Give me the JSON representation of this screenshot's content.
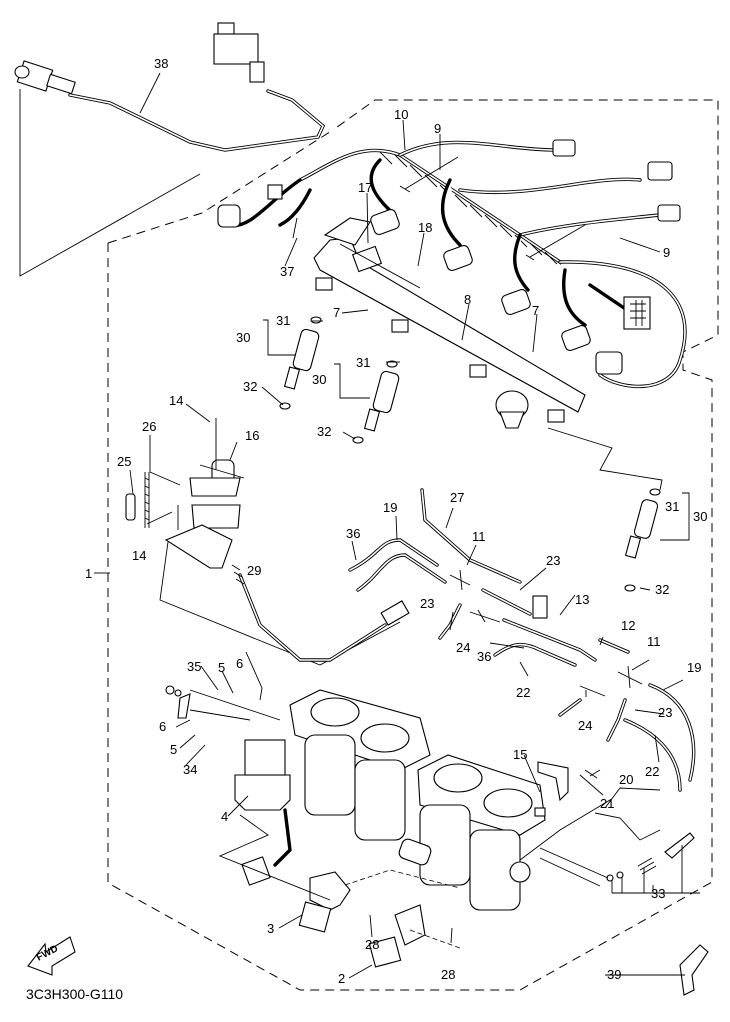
{
  "diagram": {
    "title_code": "3C3H300-G110",
    "direction_indicator": "FWD",
    "callouts": {
      "c1": "1",
      "c2": "2",
      "c3": "3",
      "c4": "4",
      "c5a": "5",
      "c5b": "5",
      "c6a": "6",
      "c6b": "6",
      "c7a": "7",
      "c7b": "7",
      "c8": "8",
      "c9a": "9",
      "c9b": "9",
      "c10": "10",
      "c11a": "11",
      "c11b": "11",
      "c12": "12",
      "c13": "13",
      "c14a": "14",
      "c14b": "14",
      "c15": "15",
      "c16": "16",
      "c17": "17",
      "c18": "18",
      "c19a": "19",
      "c19b": "19",
      "c20": "20",
      "c21": "21",
      "c22a": "22",
      "c22b": "22",
      "c23a": "23",
      "c23b": "23",
      "c23c": "23",
      "c24a": "24",
      "c24b": "24",
      "c25": "25",
      "c26": "26",
      "c27": "27",
      "c28a": "28",
      "c28b": "28",
      "c29": "29",
      "c30a": "30",
      "c30b": "30",
      "c30c": "30",
      "c31a": "31",
      "c31b": "31",
      "c31c": "31",
      "c32a": "32",
      "c32b": "32",
      "c32c": "32",
      "c33": "33",
      "c34": "34",
      "c35": "35",
      "c36a": "36",
      "c36b": "36",
      "c37": "37",
      "c38": "38",
      "c39": "39"
    }
  }
}
